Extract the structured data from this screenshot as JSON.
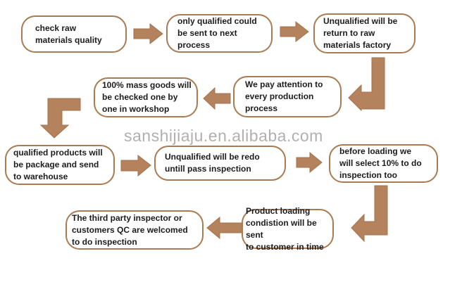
{
  "colors": {
    "box_border": "#a97b52",
    "arrow_fill": "#b4835e",
    "text": "#1c1c1c",
    "watermark": "#969696",
    "background": "#ffffff"
  },
  "watermark": "sanshijiaju.en.alibaba.com",
  "flowchart": {
    "nodes": [
      {
        "id": "check-raw",
        "text": "check raw\nmaterials quality"
      },
      {
        "id": "only-qualified",
        "text": "only qualified could\nbe sent to next\nprocess"
      },
      {
        "id": "unqualified-return",
        "text": "Unqualified will be\nreturn to raw\nmaterials factory"
      },
      {
        "id": "mass-goods-checked",
        "text": "100% mass goods will\nbe checked one by\none in workshop"
      },
      {
        "id": "pay-attention",
        "text": "We pay attention to\nevery production\nprocess"
      },
      {
        "id": "qualified-packaged",
        "text": "qualified products will\nbe package and send\nto warehouse"
      },
      {
        "id": "unqualified-redo",
        "text": "Unqualified will be redo\nuntill pass inspection"
      },
      {
        "id": "before-loading",
        "text": "before loading we\nwill select 10% to do\ninspection too"
      },
      {
        "id": "third-party",
        "text": "The third party inspector or\ncustomers QC are welcomed\nto do inspection"
      },
      {
        "id": "product-loading",
        "text": "Product loading\ncondistion will be sent\nto customer in time"
      }
    ],
    "arrows": [
      {
        "from": "check-raw",
        "to": "only-qualified",
        "direction": "right"
      },
      {
        "from": "only-qualified",
        "to": "unqualified-return",
        "direction": "right"
      },
      {
        "from": "unqualified-return",
        "to": "pay-attention",
        "direction": "down-left"
      },
      {
        "from": "pay-attention",
        "to": "mass-goods-checked",
        "direction": "left"
      },
      {
        "from": "mass-goods-checked",
        "to": "qualified-packaged",
        "direction": "left-down"
      },
      {
        "from": "qualified-packaged",
        "to": "unqualified-redo",
        "direction": "right"
      },
      {
        "from": "unqualified-redo",
        "to": "before-loading",
        "direction": "right"
      },
      {
        "from": "before-loading",
        "to": "product-loading",
        "direction": "down-left"
      },
      {
        "from": "product-loading",
        "to": "third-party",
        "direction": "left"
      }
    ]
  }
}
